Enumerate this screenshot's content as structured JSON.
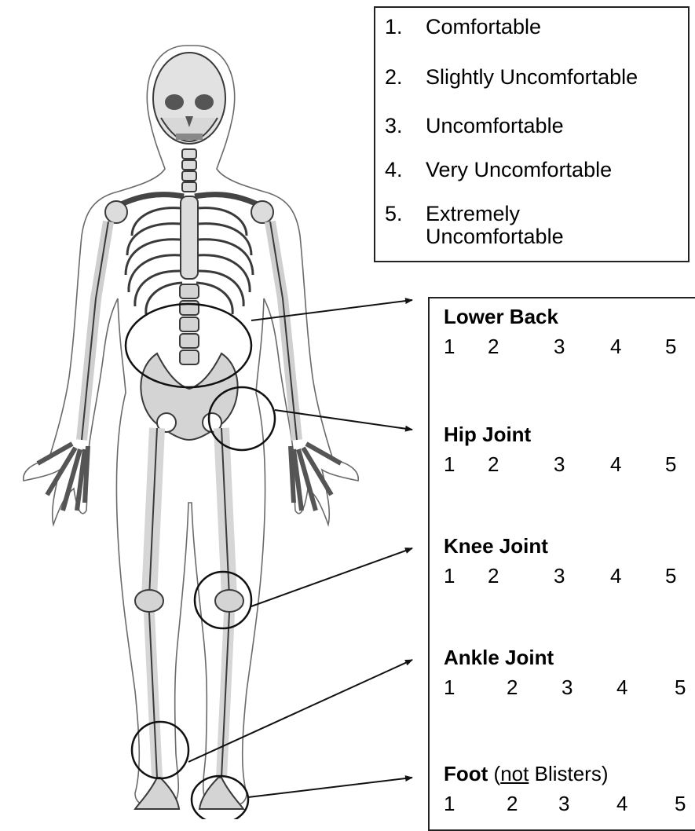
{
  "legend": {
    "items": [
      {
        "num": "1.",
        "label": "Comfortable"
      },
      {
        "num": "2.",
        "label": "Slightly Uncomfortable"
      },
      {
        "num": "3.",
        "label": "Uncomfortable"
      },
      {
        "num": "4.",
        "label": "Very Uncomfortable"
      },
      {
        "num": "5.",
        "label": "Extremely\nUncomfortable"
      }
    ]
  },
  "regions": [
    {
      "name": "Lower Back",
      "scale": [
        "1",
        "2",
        "3",
        "4",
        "5"
      ]
    },
    {
      "name": "Hip Joint",
      "scale": [
        "1",
        "2",
        "3",
        "4",
        "5"
      ]
    },
    {
      "name": "Knee Joint",
      "scale": [
        "1",
        "2",
        "3",
        "4",
        "5"
      ]
    },
    {
      "name": "Ankle Joint",
      "scale": [
        "1",
        "2",
        "3",
        "4",
        "5"
      ]
    },
    {
      "name": "Foot",
      "note_open": "(",
      "note_underlined": "not",
      "note_rest": " Blisters)",
      "scale": [
        "1",
        "2",
        "3",
        "4",
        "5"
      ]
    }
  ]
}
